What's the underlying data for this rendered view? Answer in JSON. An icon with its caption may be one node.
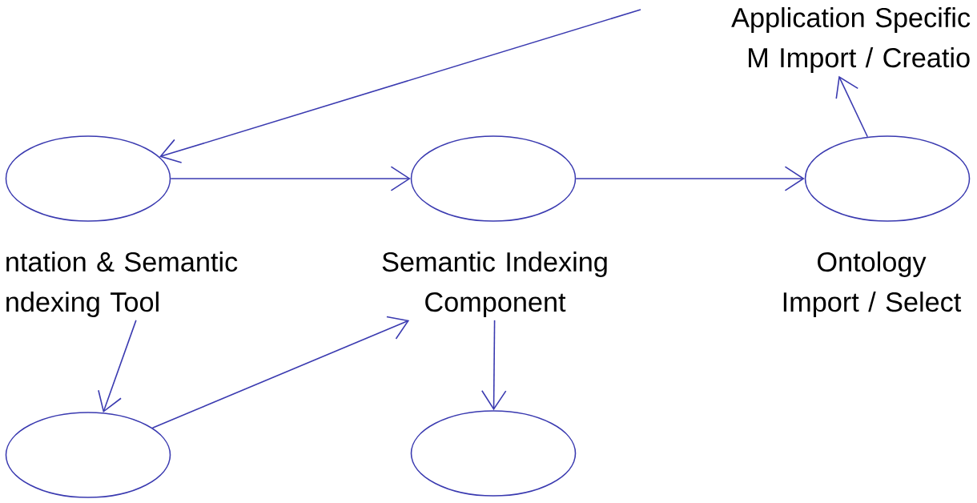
{
  "diagram": {
    "nodes": [
      {
        "text": [],
        "shape": "ellipse",
        "beside": [
          "ntation & Semantic ndexing Tool"
        ]
      },
      {
        "text": [],
        "shape": "ellipse",
        "beside": [
          "Semantic Indexing Component"
        ]
      },
      {
        "text": [],
        "shape": "ellipse",
        "beside": [
          "Ontology Import / Select"
        ]
      },
      {
        "text": [
          "Application Specific M Import / Creatio"
        ]
      },
      {
        "text": [],
        "shape": "ellipse"
      },
      {
        "text": [],
        "shape": "ellipse"
      }
    ],
    "edges": [
      {
        "from": null,
        "to": 0,
        "arrow": "to"
      },
      {
        "from": 0,
        "to": 1,
        "arrow": "to"
      },
      {
        "from": 1,
        "to": 2,
        "arrow": "to"
      },
      {
        "from": 2,
        "to": 3,
        "arrow": "to"
      },
      {
        "from": 0,
        "to": 4,
        "arrow": "to"
      },
      {
        "from": 4,
        "to": 1,
        "arrow": "to"
      },
      {
        "from": 1,
        "to": 5,
        "arrow": "to"
      }
    ]
  }
}
